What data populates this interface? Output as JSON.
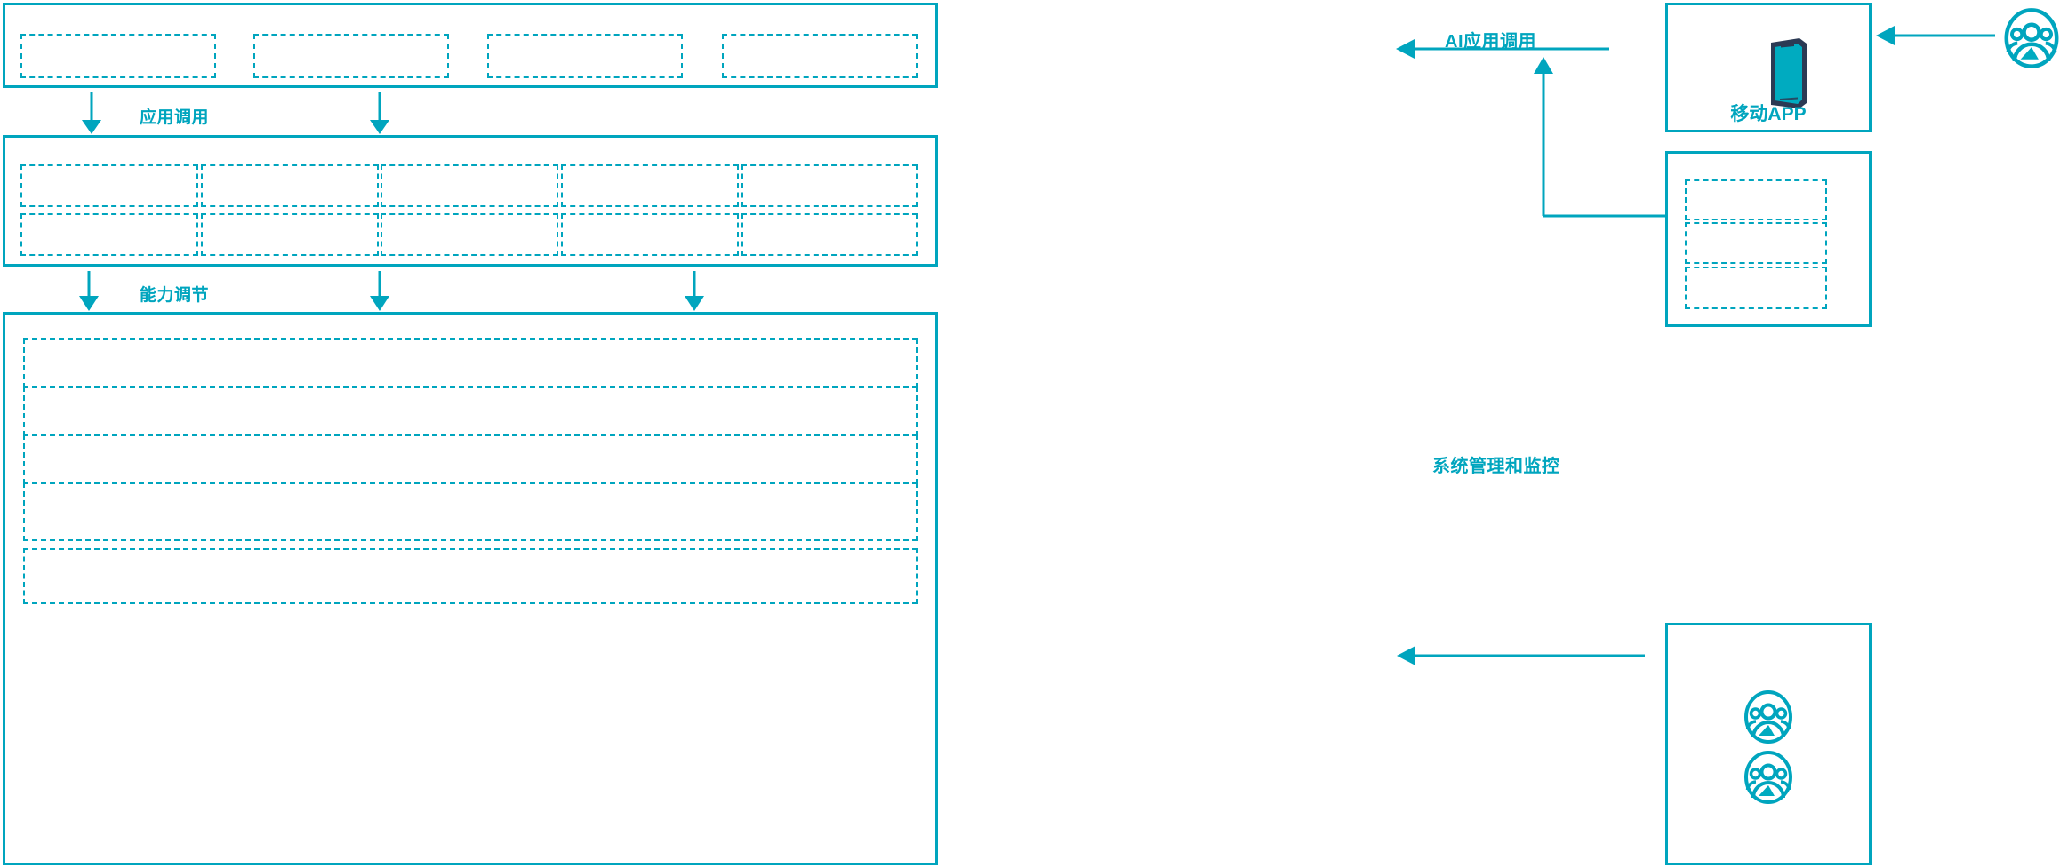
{
  "theme": {
    "accent": "#00a5be",
    "accent_bright": "#00abc0",
    "phone_frame": "#2b3a54",
    "phone_screen": "#00abc0",
    "background": "#ffffff"
  },
  "diagram": {
    "type": "layered-architecture",
    "layers": [
      {
        "name": "application-layer",
        "slot_count": 4,
        "slots": [
          {
            "label": ""
          },
          {
            "label": ""
          },
          {
            "label": ""
          },
          {
            "label": ""
          }
        ]
      },
      {
        "name": "capability-layer",
        "columns": 5,
        "rows": 2,
        "slots": [
          {
            "label": ""
          },
          {
            "label": ""
          },
          {
            "label": ""
          },
          {
            "label": ""
          },
          {
            "label": ""
          },
          {
            "label": ""
          },
          {
            "label": ""
          },
          {
            "label": ""
          },
          {
            "label": ""
          },
          {
            "label": ""
          }
        ]
      },
      {
        "name": "platform-layer",
        "slot_count": 5,
        "slots": [
          {
            "label": ""
          },
          {
            "label": ""
          },
          {
            "label": ""
          },
          {
            "label": ""
          },
          {
            "label": ""
          }
        ]
      }
    ],
    "connectors": [
      {
        "id": "app-call",
        "label": "应用调用",
        "direction": "down",
        "arrow_count": 2
      },
      {
        "id": "capability-call",
        "label": "能力调节",
        "direction": "down",
        "arrow_count": 3
      },
      {
        "id": "ai-app-call",
        "label": "AI应用调用",
        "direction": "left",
        "arrow_count": 1
      },
      {
        "id": "sys-admin",
        "label": "系统管理和监控",
        "direction": "left",
        "arrow_count": 1
      }
    ]
  },
  "right_column": {
    "mobile_app_card": {
      "caption": "移动APP",
      "icon": "smartphone-icon"
    },
    "channel_card": {
      "slot_count": 3,
      "slots": [
        {
          "label": ""
        },
        {
          "label": ""
        },
        {
          "label": ""
        }
      ]
    },
    "ops_card": {
      "icon_count": 2,
      "icons": [
        "people-group-icon",
        "people-group-icon"
      ]
    },
    "end_user": {
      "icon": "people-group-icon"
    }
  }
}
